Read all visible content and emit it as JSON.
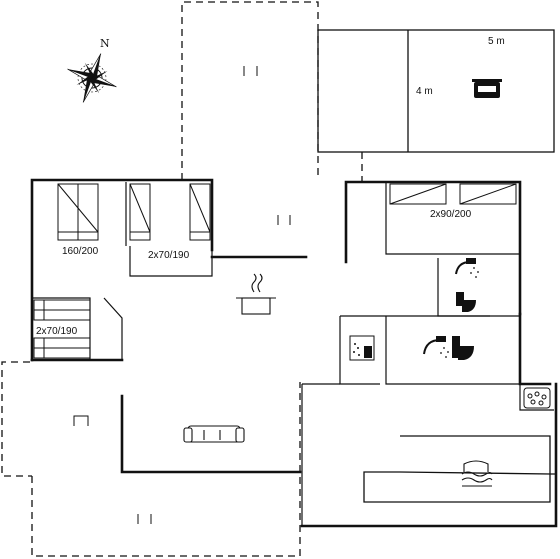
{
  "labels": {
    "bed_double": "160/200",
    "bed_twin_center": "2x70/190",
    "bed_twin_left": "2x70/190",
    "bed_twin_right": "2x90/200",
    "carport_width": "5 m",
    "carport_depth": "4 m",
    "compass_north": "N"
  },
  "icons": {
    "compass": "compass-rose-icon",
    "kitchen": "cooking-pot-icon",
    "sofa": "sofa-icon",
    "car": "car-icon",
    "shower_1": "shower-icon",
    "toilet_1": "toilet-icon",
    "shower_2": "shower-icon",
    "toilet_2": "toilet-icon",
    "sauna": "sauna-icon",
    "whirlpool": "whirlpool-icon",
    "pool": "swimming-pool-icon"
  },
  "colors": {
    "wall": "#111111",
    "background": "#ffffff"
  }
}
